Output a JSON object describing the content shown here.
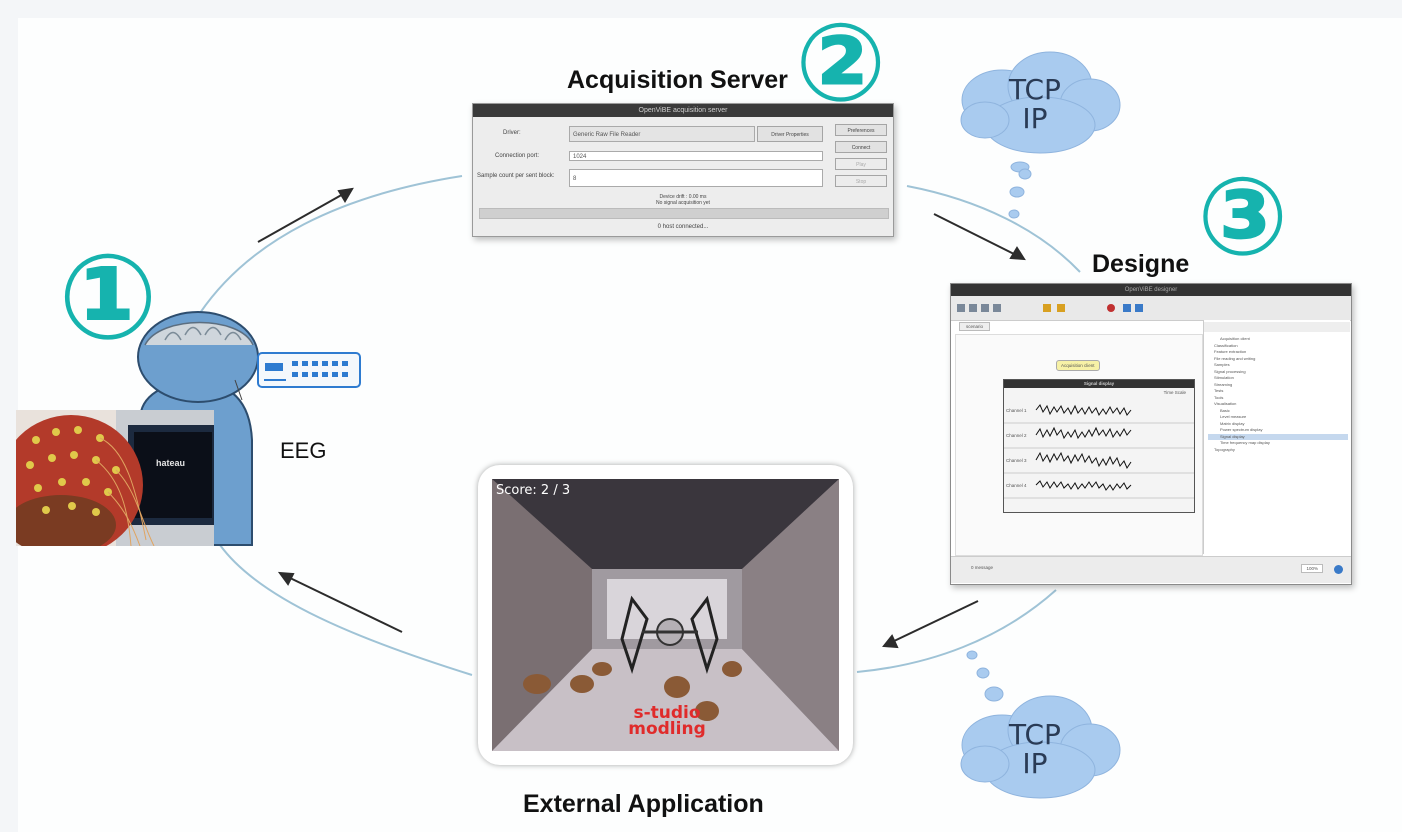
{
  "markers": {
    "one": "①",
    "two": "②",
    "three": "③"
  },
  "labels": {
    "acquisition_server": "Acquisition Server",
    "designer": "Designe",
    "eeg": "EEG",
    "external_application": "External Application"
  },
  "clouds": [
    {
      "line1": "TCP",
      "line2": "IP"
    },
    {
      "line1": "TCP",
      "line2": "IP"
    }
  ],
  "acq_window": {
    "title": "OpenViBE acquisition server",
    "driver_label": "Driver:",
    "driver_value": "Generic Raw File Reader",
    "driver_props": "Driver Properties",
    "port_label": "Connection port:",
    "port_value": "1024",
    "samples_label": "Sample count per sent block:",
    "samples_value": "8",
    "preferences": "Preferences",
    "connect": "Connect",
    "play": "Play",
    "stop": "Stop",
    "status1": "Device drift : 0.00 ms",
    "status2": "No signal acquisition yet",
    "footer": "0 host connected..."
  },
  "designer_window": {
    "title": "OpenViBE designer",
    "tab": "scenario",
    "signal_display_title": "Signal display",
    "channels": [
      "Channel 1",
      "Channel 2",
      "Channel 3",
      "Channel 4"
    ],
    "time_scale": "Time Scale",
    "box_label": "Acquisition client",
    "tree_items": [
      "Acquisition client",
      "Classification",
      "Feature extraction",
      "File reading and writing",
      "Samples",
      "Signal processing",
      "Stimulation",
      "Streaming",
      "Tests",
      "Tools",
      "Visualisation",
      "Basic",
      "Level measure",
      "Matrix display",
      "Power spectrum display",
      "Signal display",
      "Time frequency map display",
      "Topography"
    ],
    "status": "0 message",
    "zoom": "100%"
  },
  "game": {
    "score": "Score: 2 / 3",
    "logo_line1": "s-tudio",
    "logo_line2": "modling"
  },
  "colors": {
    "accent": "#16b3ae",
    "cloud": "#a9cbef",
    "arc": "#9fc3d6",
    "arrow": "#2c2c2c"
  }
}
